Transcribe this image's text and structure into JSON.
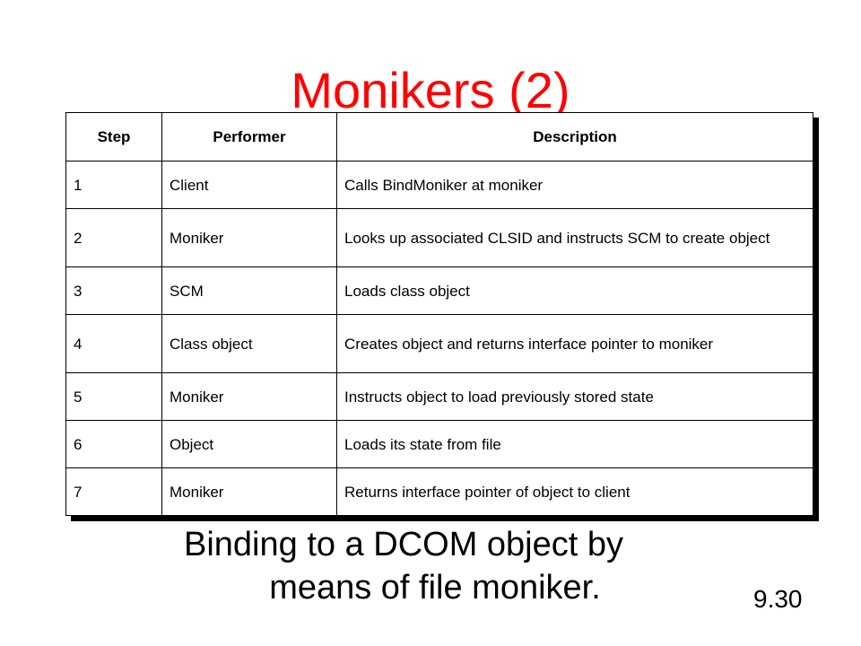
{
  "title": "Monikers (2)",
  "table": {
    "headers": [
      "Step",
      "Performer",
      "Description"
    ],
    "rows": [
      {
        "step": "1",
        "performer": "Client",
        "description": "Calls BindMoniker at moniker"
      },
      {
        "step": "2",
        "performer": "Moniker",
        "description": "Looks up associated CLSID and instructs SCM to create object"
      },
      {
        "step": "3",
        "performer": "SCM",
        "description": "Loads class object"
      },
      {
        "step": "4",
        "performer": "Class object",
        "description": "Creates object and returns interface pointer to moniker"
      },
      {
        "step": "5",
        "performer": "Moniker",
        "description": "Instructs object to load previously stored state"
      },
      {
        "step": "6",
        "performer": "Object",
        "description": "Loads its state from file"
      },
      {
        "step": "7",
        "performer": "Moniker",
        "description": "Returns interface pointer of object to client"
      }
    ]
  },
  "caption": {
    "line1": "Binding to a DCOM object by",
    "line2": "means of file moniker."
  },
  "slide_number": "9.30",
  "colors": {
    "title": "#ff0000",
    "text": "#000000",
    "background": "#ffffff"
  }
}
